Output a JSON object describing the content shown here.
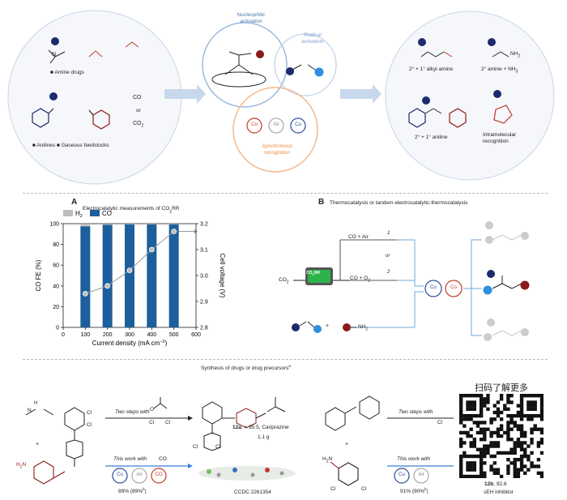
{
  "top": {
    "left_panel": {
      "amine_drugs": "Amine drugs",
      "anilines": "Anilines",
      "gaseous": "Gaseous feedstocks",
      "co": "CO",
      "or": "or",
      "co2": "CO",
      "co2_sub": "2"
    },
    "center": {
      "nucleophilic": "Nucleophilic",
      "nucleophilic2": "activation",
      "radical": "Radical",
      "radical2": "activation",
      "synchronous": "Synchronous",
      "synchronous2": "recognition",
      "co_metal": "Co",
      "cu_metal": "Cu",
      "air": "Air"
    },
    "right_panel": {
      "p1": "2° + 1° alkyl amine",
      "p2": "2° amine + NH",
      "p2_sub": "3",
      "p3": "2° + 1° aniline",
      "p4": "Intramolecular",
      "p4b": "recognition",
      "nh2": "NH",
      "nh2_sub": "2"
    }
  },
  "section_a": {
    "letter": "A",
    "title": "Electrocatalytic measurements of CO",
    "title_sub": "2",
    "title_tail": "RR"
  },
  "section_b": {
    "letter": "B",
    "title": "Thermocatalysis or tandem electrocatalytic-thermocatalysis",
    "co2": "CO",
    "co2_sub": "2",
    "co2rr": "CO",
    "co2rr_sub": "2",
    "co2rr_tail": "RR",
    "route1": "CO + Air",
    "route1_num": "1",
    "or": "or",
    "route2": "CO + O",
    "route2_sub": "2",
    "route2_num": "2",
    "plus": "+",
    "nh2": "NH",
    "nh2_sub": "2",
    "cu": "Cu",
    "co": "Co"
  },
  "chart_data": {
    "type": "bar",
    "categories": [
      100,
      200,
      300,
      400,
      500
    ],
    "series": [
      {
        "name": "H",
        "name_sub": "2",
        "values": [
          1.5,
          0.8,
          0.6,
          0.5,
          0.5
        ],
        "color": "#bdbdbd"
      },
      {
        "name": "CO",
        "values": [
          97.5,
          99,
          99.2,
          99.3,
          99.3
        ],
        "color": "#1d5f9c"
      }
    ],
    "line": {
      "axis": "right",
      "values": [
        2.93,
        2.96,
        3.02,
        3.1,
        3.17
      ]
    },
    "xlabel": "Current density (mA cm",
    "xlabel_sup": "−2",
    "xlabel_tail": ")",
    "ylabel": "CO FE (%)",
    "y2label": "Cell voltage (V)",
    "xlim": [
      0,
      600
    ],
    "xticks": [
      "0",
      "100",
      "200",
      "300",
      "400",
      "500",
      "600"
    ],
    "ylim": [
      0,
      100
    ],
    "yticks": [
      "0",
      "20",
      "40",
      "60",
      "80",
      "100"
    ],
    "y2lim": [
      2.8,
      3.2
    ],
    "y2ticks": [
      "2.8",
      "2.9",
      "3.0",
      "3.1",
      "3.2"
    ]
  },
  "bottom": {
    "title": "Synthesis of drugs or drug precursors",
    "title_sup": "a",
    "two_steps": "Two steps with",
    "this_work": "This work with",
    "co": "CO",
    "cl": "Cl",
    "o": "O",
    "n": "N",
    "hn": "H",
    "h2n": "H",
    "h2n_sub": "2",
    "h2n_tail": "N",
    "product_12a": "12a",
    "product_12a_tail": ", > 95:5, Cariprazine",
    "product_12a_mass": "1.1 g",
    "yield_left": "89% (89%",
    "yield_left_sup": "b",
    "yield_left_tail": ")",
    "ccdc": "CCDC 2261354",
    "plus": "+",
    "yield_right": "91% (90%",
    "yield_right_sup": "b",
    "yield_right_tail": ")",
    "product_12b": "12b",
    "product_12b_tail": ", 92.8",
    "seh": "sEH inhibitor",
    "cu": "Cu",
    "air": "Air"
  },
  "qr": {
    "caption": "扫码了解更多"
  },
  "colors": {
    "navy": "#1c2a6e",
    "darkred": "#8b1a1a",
    "red": "#c0392b",
    "blue": "#2f8fe0",
    "barblue": "#1d5f9c",
    "lightblue": "#d6e6f4",
    "orange": "#f3a35c",
    "purple": "#5b4fa8"
  }
}
